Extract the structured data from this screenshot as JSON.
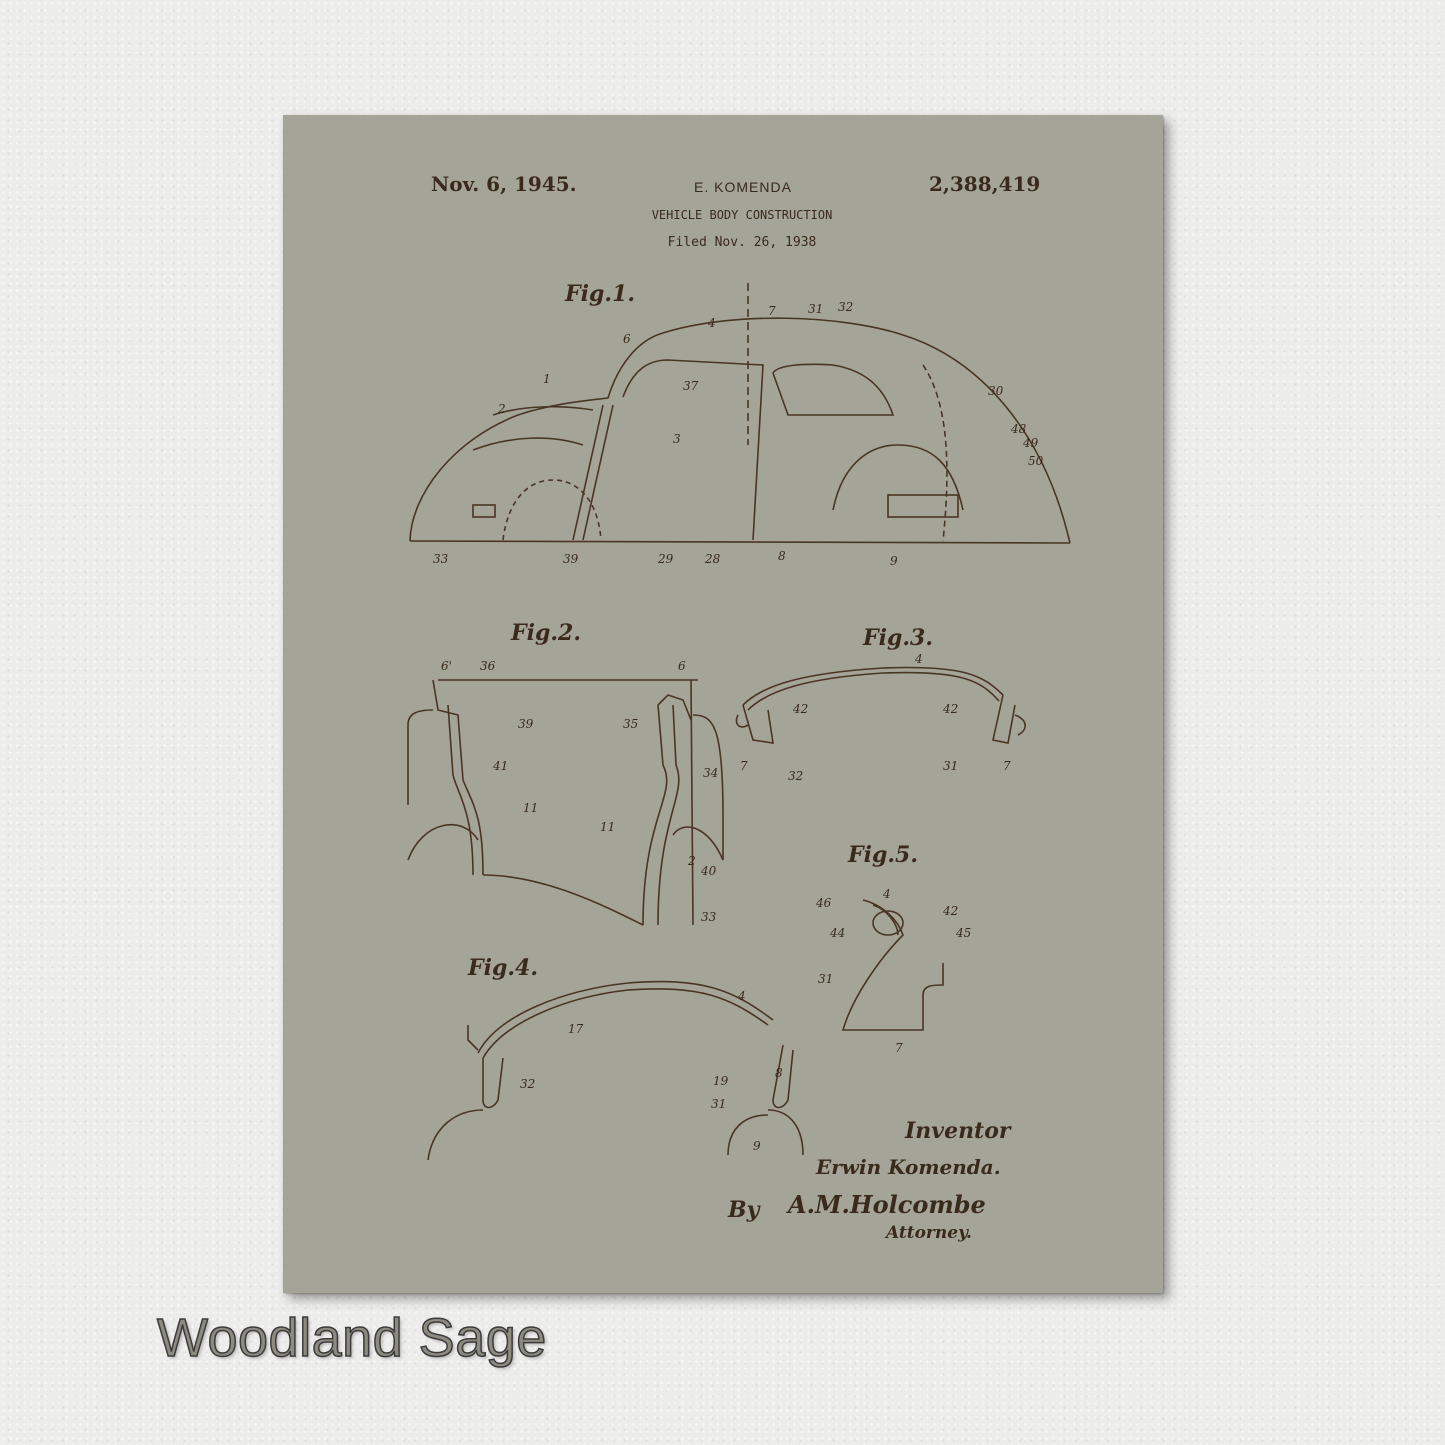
{
  "patent": {
    "date": "Nov. 6, 1945.",
    "inventor_header": "E. KOMENDA",
    "number": "2,388,419",
    "title": "VEHICLE BODY CONSTRUCTION",
    "filed": "Filed Nov. 26, 1938"
  },
  "figures": {
    "fig1": "Fig.1.",
    "fig2": "Fig.2.",
    "fig3": "Fig.3.",
    "fig4": "Fig.4.",
    "fig5": "Fig.5."
  },
  "signature": {
    "inventor_label": "Inventor",
    "inventor_name": "Erwin Komenda.",
    "by": "By",
    "attorney_signature": "A.M.Holcombe",
    "attorney_label": "Attorney."
  },
  "caption": "Woodland Sage",
  "colors": {
    "poster_background": "#a5a499",
    "ink": "#3d2c1d"
  }
}
